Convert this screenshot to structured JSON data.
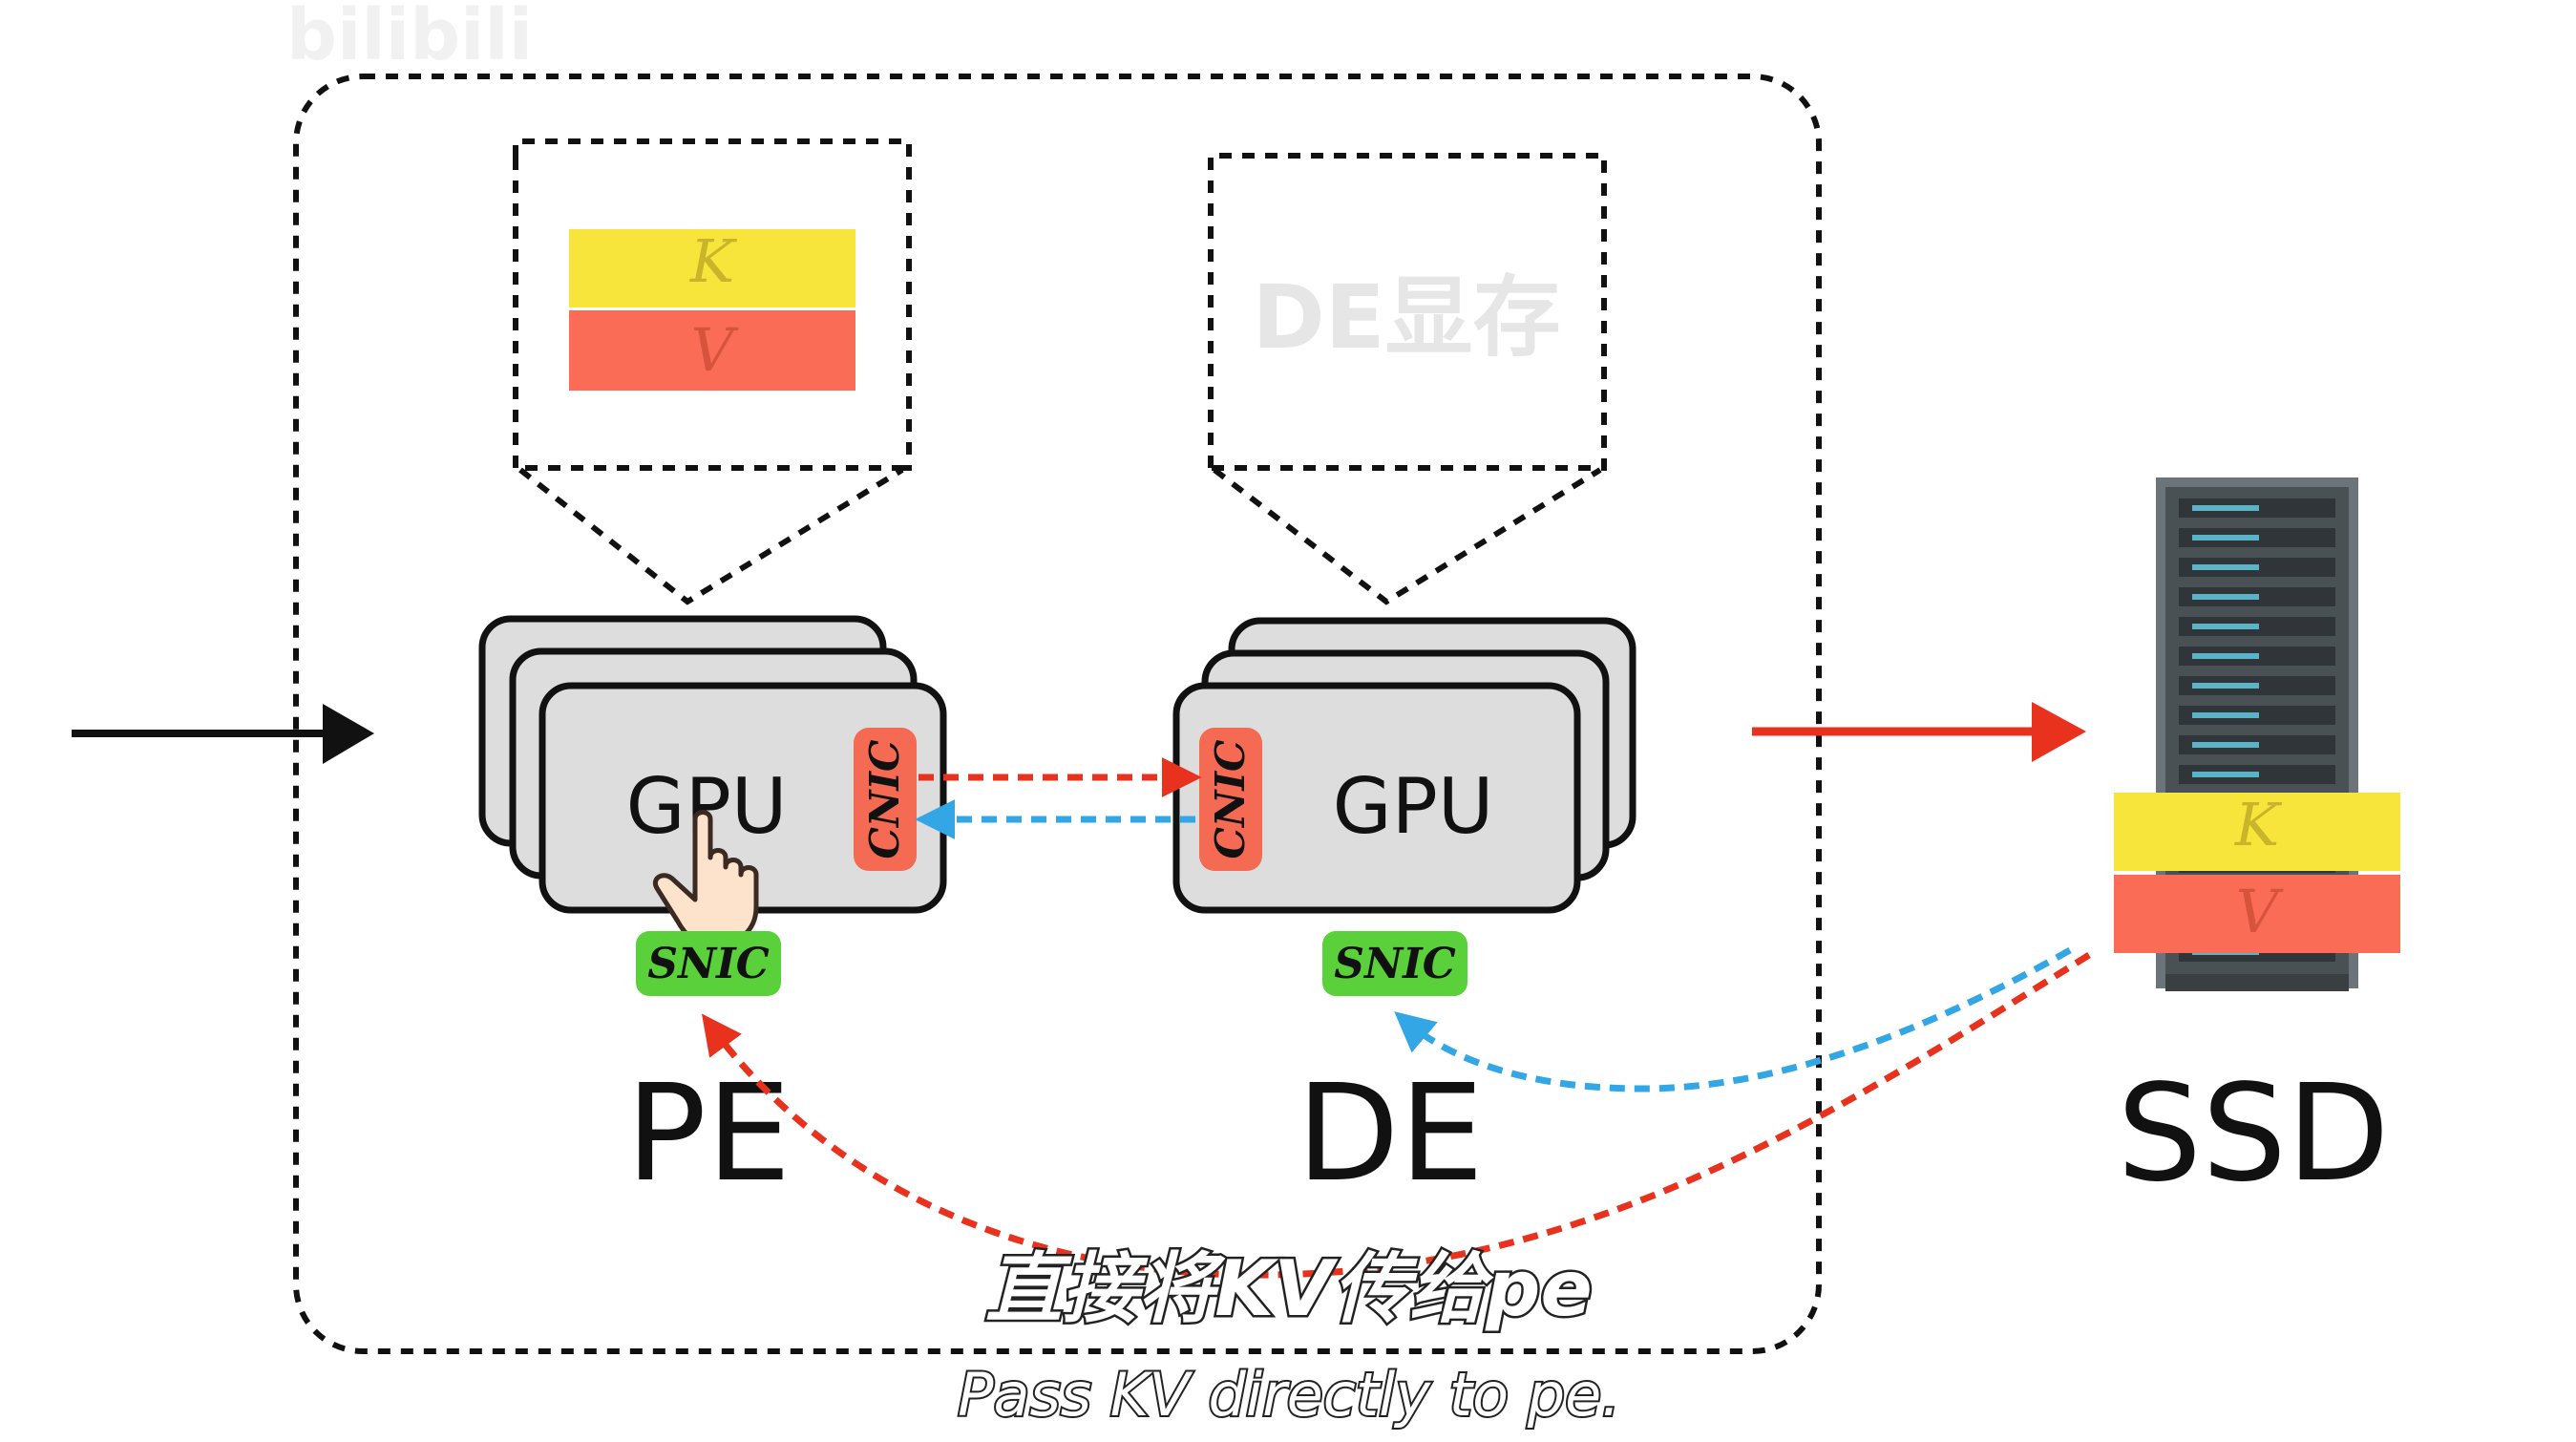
{
  "watermark": "bilibili",
  "memory": {
    "pe_k": "K",
    "pe_v": "V",
    "de_label": "DE显存"
  },
  "pe": {
    "gpu": "GPU",
    "cnic": "CNIC",
    "snic": "SNIC",
    "label": "PE"
  },
  "de": {
    "gpu": "GPU",
    "cnic": "CNIC",
    "snic": "SNIC",
    "label": "DE"
  },
  "ssd": {
    "k": "K",
    "v": "V",
    "label": "SSD"
  },
  "subtitles": {
    "zh": "直接将KV传给pe",
    "en": "Pass KV directly to pe."
  },
  "colors": {
    "k_block": "#f7e53b",
    "v_block": "#fa6c55",
    "cnic": "#f46a52",
    "snic": "#5ad13a",
    "red_arrow": "#e8321e",
    "blue_arrow": "#33a6e6",
    "gpu_card": "#dddddd"
  }
}
